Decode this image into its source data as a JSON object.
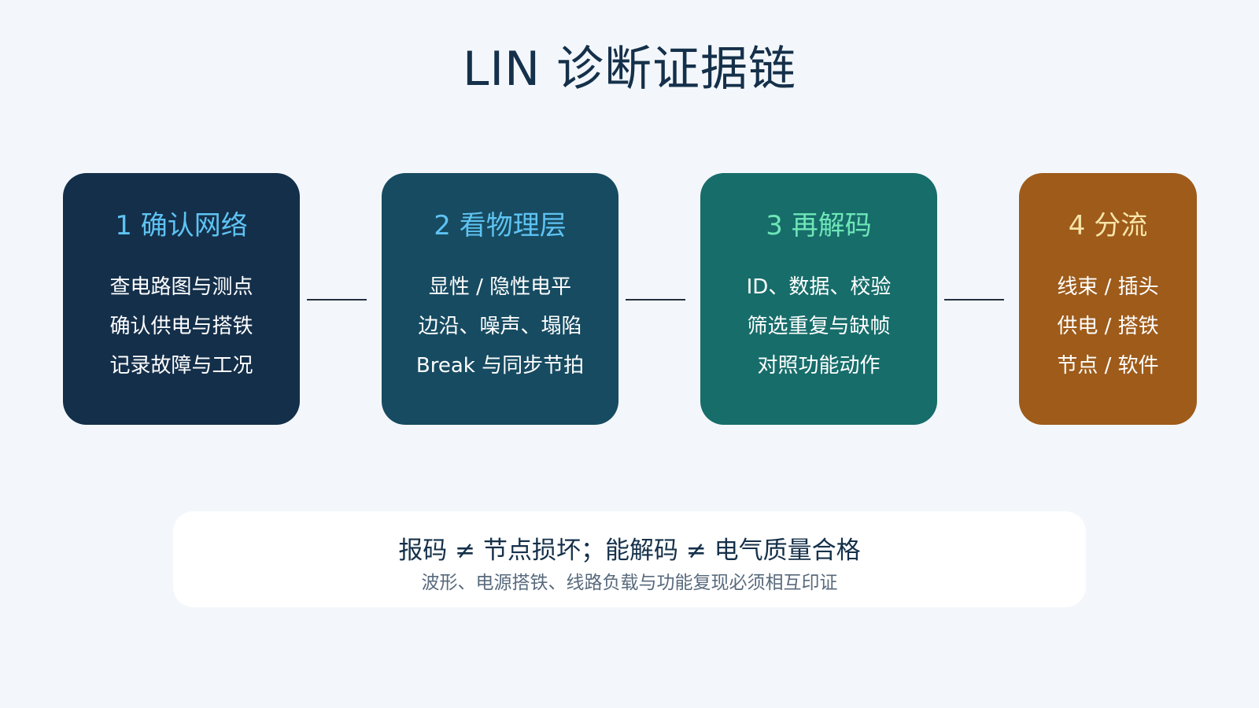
{
  "title": "LIN 诊断证据链",
  "steps": [
    {
      "title": "1 确认网络",
      "lines": [
        "查电路图与测点",
        "确认供电与搭铁",
        "记录故障与工况"
      ],
      "bg_color": "#142f4a",
      "title_color": "#5ec3f2"
    },
    {
      "title": "2 看物理层",
      "lines": [
        "显性 / 隐性电平",
        "边沿、噪声、塌陷",
        "Break 与同步节拍"
      ],
      "bg_color": "#174b61",
      "title_color": "#5ec3f2"
    },
    {
      "title": "3 再解码",
      "lines": [
        "ID、数据、校验",
        "筛选重复与缺帧",
        "对照功能动作"
      ],
      "bg_color": "#176d6a",
      "title_color": "#6ee6b7"
    },
    {
      "title": "4 分流",
      "lines": [
        "线束 / 插头",
        "供电 / 搭铁",
        "节点 / 软件"
      ],
      "bg_color": "#9e5b1a",
      "title_color": "#f7e4a8"
    }
  ],
  "summary": {
    "main": "报码 ≠ 节点损坏；能解码 ≠ 电气质量合格",
    "sub": "波形、电源搭铁、线路负载与功能复现必须相互印证"
  }
}
